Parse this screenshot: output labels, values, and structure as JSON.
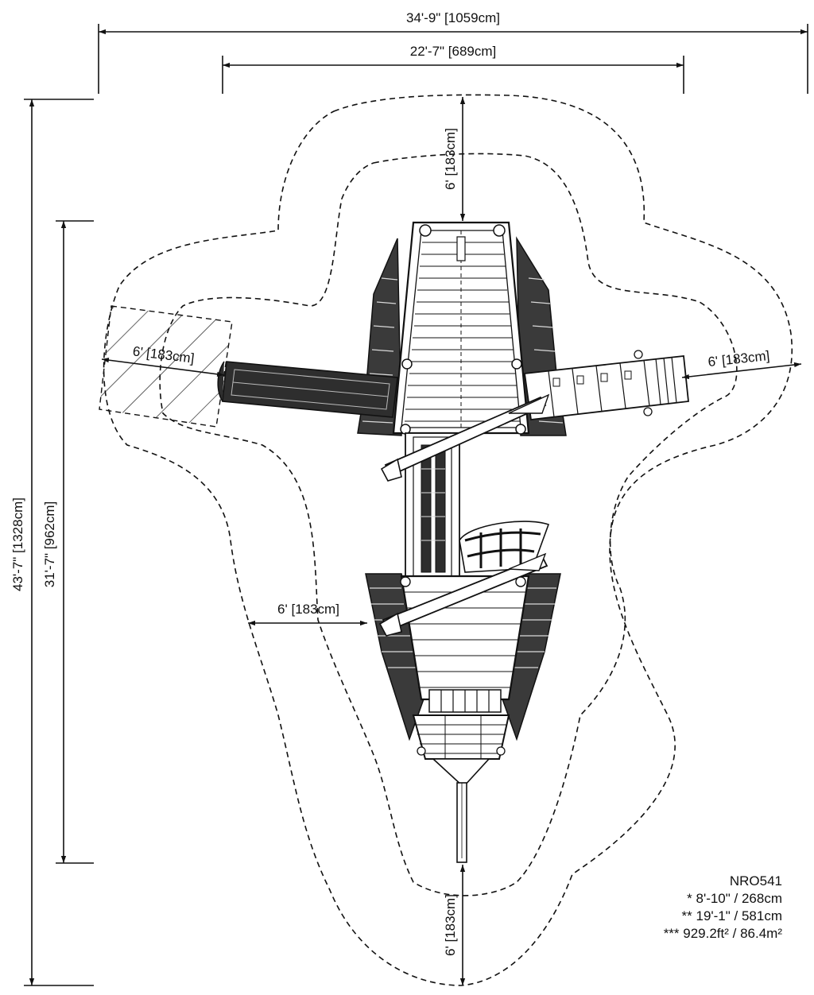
{
  "dimensions": {
    "overall_width": "34'-9\" [1059cm]",
    "structure_width": "22'-7\" [689cm]",
    "overall_length": "43'-7\" [1328cm]",
    "structure_length": "31'-7\" [962cm]",
    "top_clearance": "6' [183cm]",
    "left_clearance": "6' [183cm]",
    "right_clearance": "6' [183cm]",
    "mid_left_clearance": "6' [183cm]",
    "bottom_clearance": "6' [183cm]"
  },
  "info": {
    "model": "NRO541",
    "height": "* 8'-10\" / 268cm",
    "length": "** 19'-1\" / 581cm",
    "area": "*** 929.2ft² / 86.4m²"
  }
}
